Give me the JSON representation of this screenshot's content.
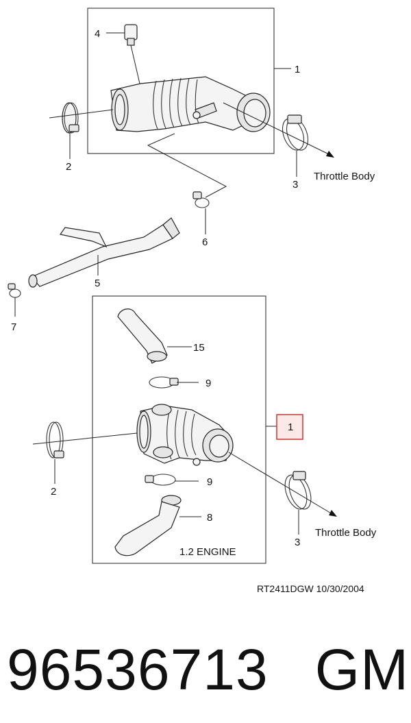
{
  "callouts": {
    "c1_top": "1",
    "c2_top": "2",
    "c3_top": "3",
    "c4": "4",
    "c5": "5",
    "c6": "6",
    "c7": "7",
    "c15": "15",
    "c9_upper": "9",
    "c1_bottom": "1",
    "c9_lower": "9",
    "c8": "8",
    "c2_bottom": "2",
    "c3_bottom": "3"
  },
  "notes": {
    "throttle_top": "Throttle Body",
    "throttle_bottom": "Throttle Body",
    "engine": "1.2 ENGINE",
    "reference": "RT2411DGW  10/30/2004"
  },
  "part": {
    "number": "96536713",
    "brand": "GM"
  },
  "colors": {
    "highlight": "#cc3333",
    "highlight_fill": "#fde8e8",
    "line": "#222222"
  }
}
